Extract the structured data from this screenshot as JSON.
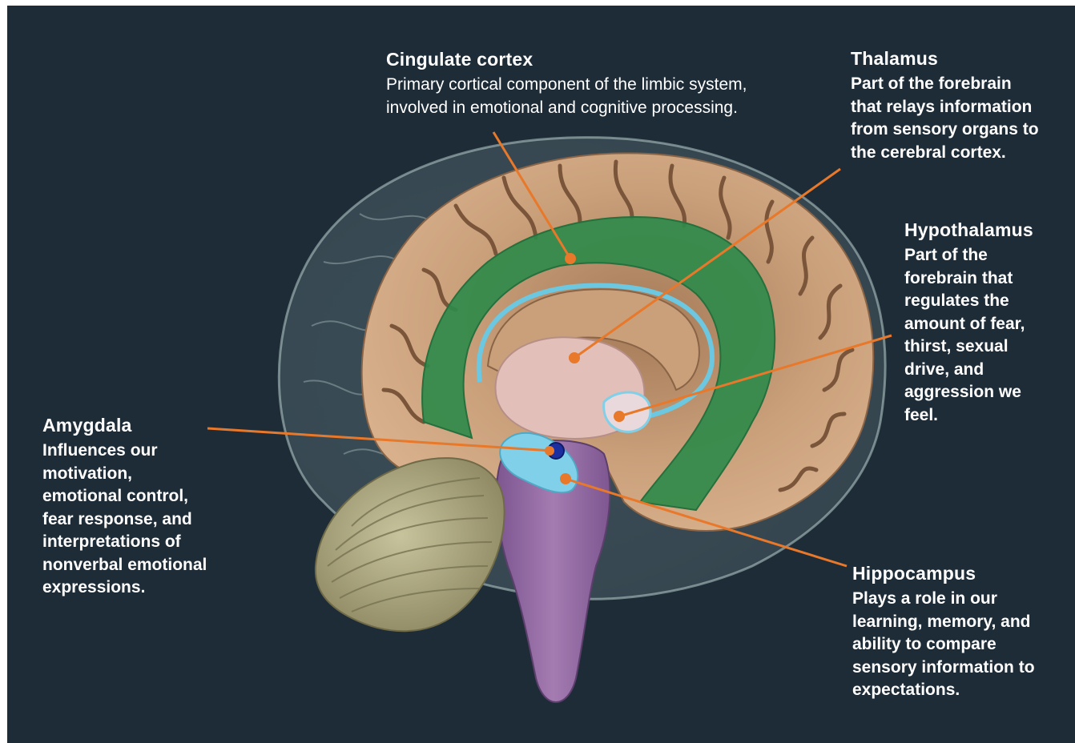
{
  "labels": {
    "cingulate": {
      "title": "Cingulate cortex",
      "desc": [
        "Primary cortical component of the limbic system,",
        "involved in emotional and cognitive processing."
      ]
    },
    "thalamus": {
      "title": "Thalamus",
      "desc": [
        "Part of the forebrain",
        "that relays information",
        "from sensory organs to",
        "the cerebral cortex."
      ]
    },
    "hypothalamus": {
      "title": "Hypothalamus",
      "desc": [
        "Part of the",
        "forebrain that",
        "regulates the",
        "amount of fear,",
        "thirst, sexual",
        "drive, and",
        "aggression we",
        "feel."
      ]
    },
    "amygdala": {
      "title": "Amygdala",
      "desc": [
        "Influences our",
        "motivation,",
        "emotional control,",
        "fear response, and",
        "interpretations of",
        "nonverbal emotional",
        "expressions."
      ]
    },
    "hippocampus": {
      "title": "Hippocampus",
      "desc": [
        "Plays a role in our",
        "learning, memory, and",
        "ability to compare",
        "sensory information to",
        "expectations."
      ]
    }
  },
  "colors": {
    "background": "#1e2c38",
    "leader": "#e8782a",
    "cortex": "#c9a07a",
    "cingulate": "#2f8a4a",
    "thalamus": "#e2bfb8",
    "brainstem": "#9a72a8",
    "cerebellum": "#b9b48a",
    "hippocampus": "#7fd0e8",
    "amygdala": "#1b2fa0"
  }
}
